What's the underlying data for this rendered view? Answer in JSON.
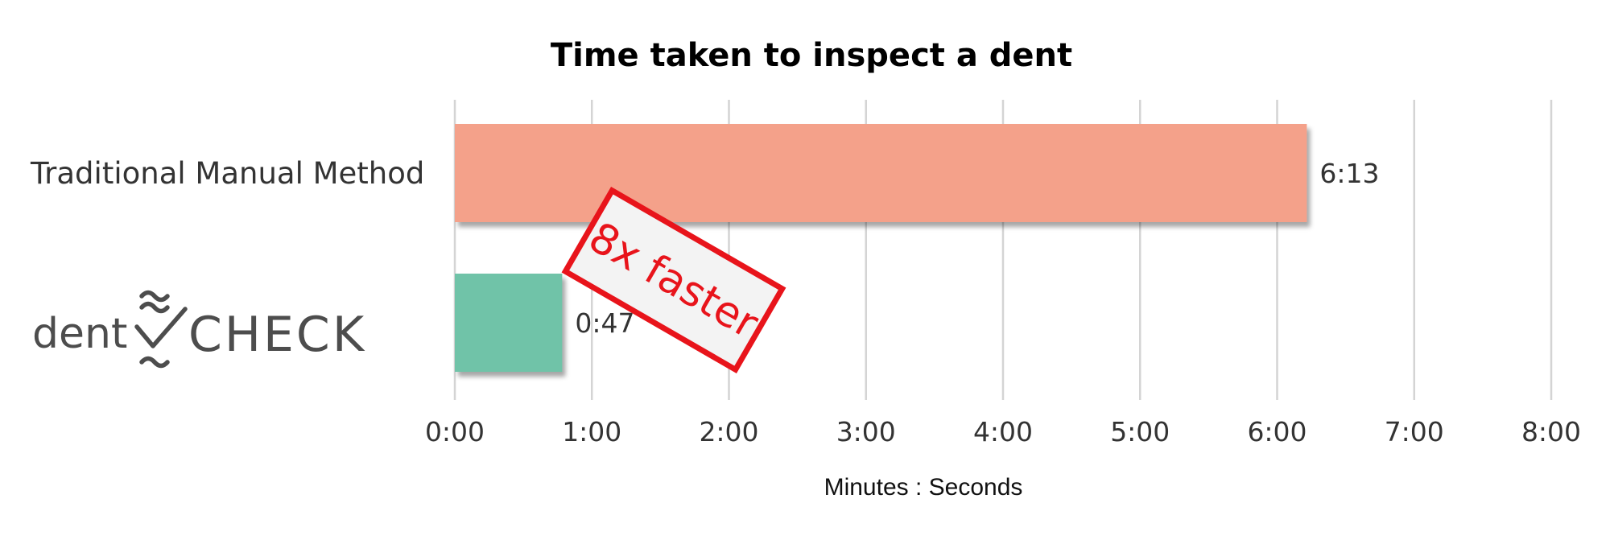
{
  "chart_data": {
    "type": "bar",
    "orientation": "horizontal",
    "title": "Time taken to inspect a dent",
    "xlabel": "Minutes : Seconds",
    "ylabel": "",
    "xlim": [
      0,
      480
    ],
    "x_ticks": [
      {
        "value": 0,
        "label": "0:00"
      },
      {
        "value": 60,
        "label": "1:00"
      },
      {
        "value": 120,
        "label": "2:00"
      },
      {
        "value": 180,
        "label": "3:00"
      },
      {
        "value": 240,
        "label": "4:00"
      },
      {
        "value": 300,
        "label": "5:00"
      },
      {
        "value": 360,
        "label": "6:00"
      },
      {
        "value": 420,
        "label": "7:00"
      },
      {
        "value": 480,
        "label": "8:00"
      }
    ],
    "grid": "vertical",
    "categories": [
      "Traditional Manual Method",
      "dentCHECK"
    ],
    "values": [
      373,
      47
    ],
    "value_labels": [
      "6:13",
      "0:47"
    ],
    "colors": [
      "#f4a18a",
      "#6fc3a8"
    ],
    "annotation": "8x faster",
    "annotation_color": "#e8141b"
  },
  "logo": {
    "word": "dent",
    "mark": "CHECK",
    "icon": "check-wave-icon"
  }
}
